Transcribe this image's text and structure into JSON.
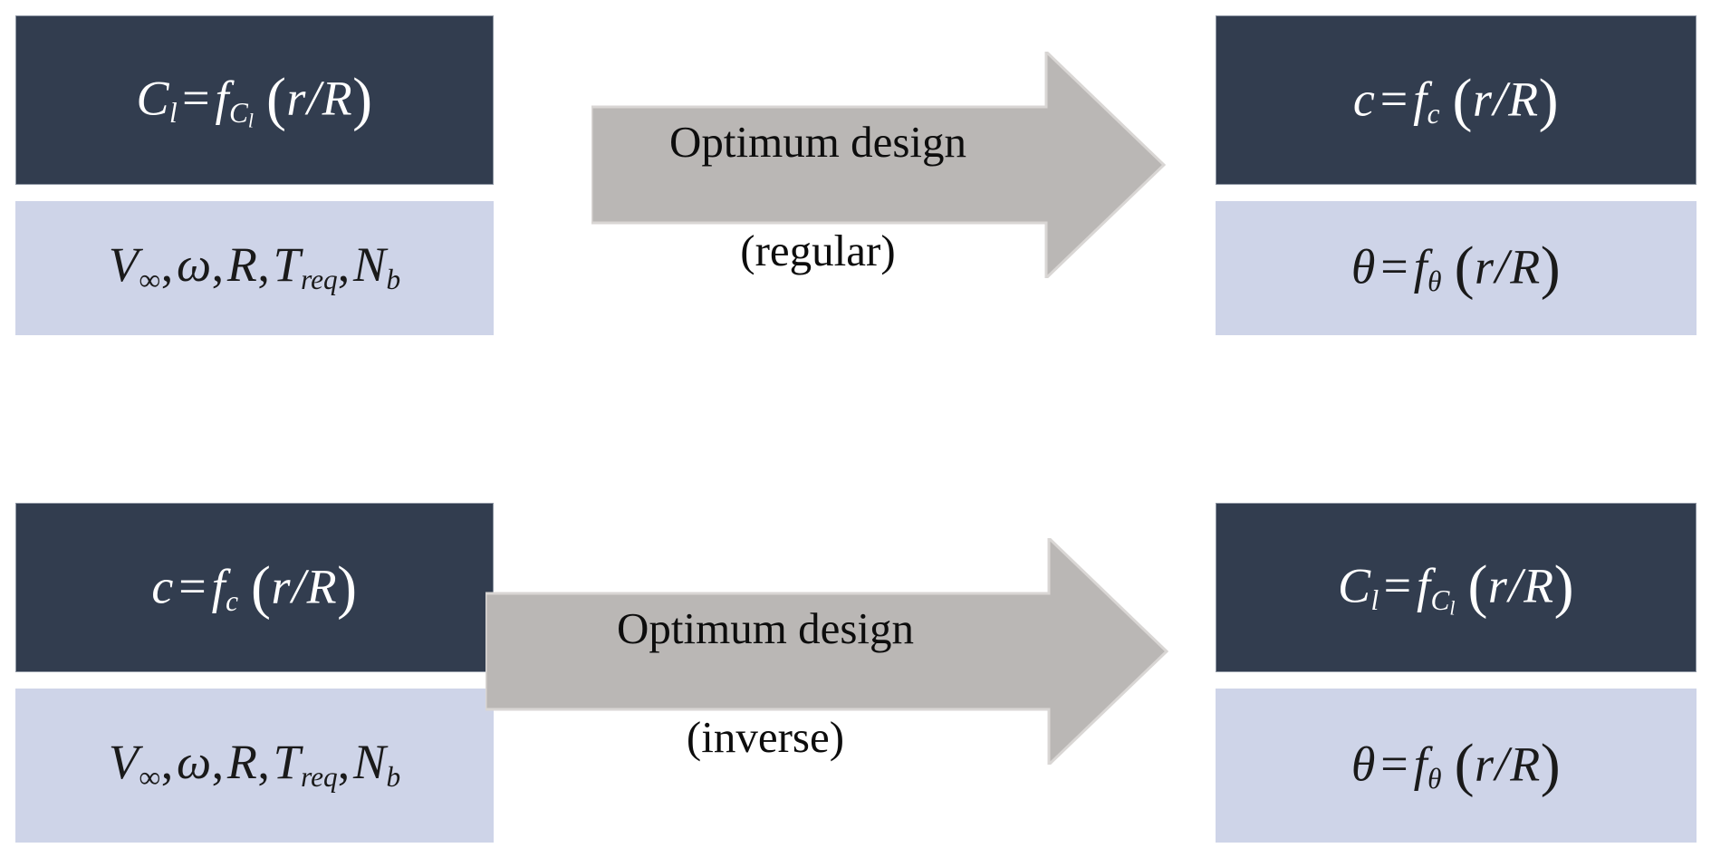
{
  "diagram": {
    "title": "Optimum blade design flow diagram",
    "colors": {
      "dark_box_fill": "#323d4f",
      "dark_box_border": "#8e96a3",
      "light_box_fill": "#ced4e8",
      "arrow_fill": "#bab7b5",
      "arrow_border": "#d9d6d4",
      "text_on_dark": "#ffffff",
      "text_on_light": "#1a1a1a",
      "background": "#ffffff"
    },
    "rows": [
      {
        "id": "regular",
        "input_primary": "C_l = f_{C_l} (r/R)",
        "input_secondary": "V_∞, ω, R, T_req, N_b",
        "arrow_label": "Optimum design",
        "arrow_sublabel": "(regular)",
        "output_primary": "c = f_c (r/R)",
        "output_secondary": "θ = f_θ (r/R)"
      },
      {
        "id": "inverse",
        "input_primary": "c = f_c (r/R)",
        "input_secondary": "V_∞, ω, R, T_req, N_b",
        "arrow_label": "Optimum design",
        "arrow_sublabel": "(inverse)",
        "output_primary": "C_l = f_{C_l} (r/R)",
        "output_secondary": "θ = f_θ (r/R)"
      }
    ],
    "symbols": {
      "lift_coefficient": "Cl",
      "chord": "c",
      "twist_angle": "θ",
      "freestream_velocity": "V∞",
      "angular_velocity": "ω",
      "radius": "R",
      "required_thrust": "Treq",
      "blade_number": "Nb",
      "radial_fraction": "r/R"
    }
  }
}
